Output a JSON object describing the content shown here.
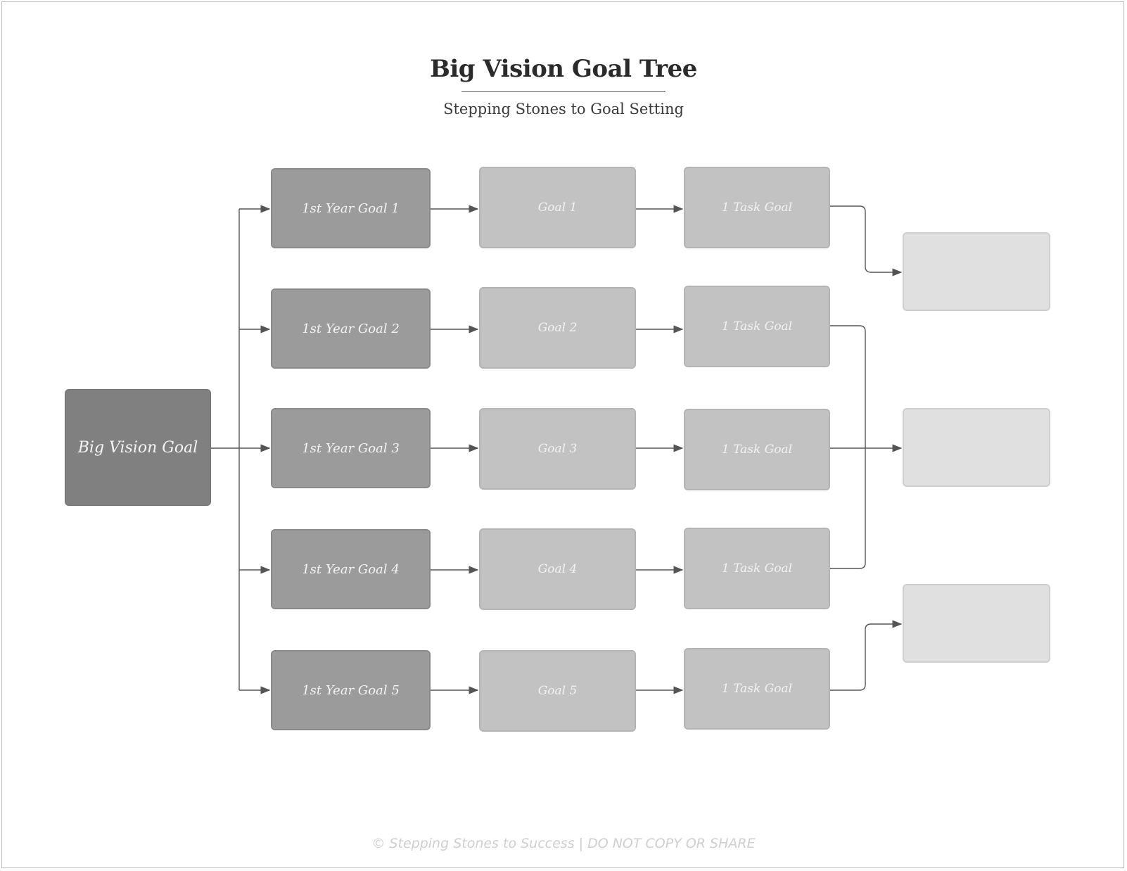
{
  "header": {
    "title": "Big Vision Goal Tree",
    "subtitle": "Stepping Stones to Goal Setting"
  },
  "root": {
    "label": "Big Vision Goal"
  },
  "column1": [
    {
      "label": "1st Year Goal 1"
    },
    {
      "label": "1st Year Goal 2"
    },
    {
      "label": "1st Year Goal 3"
    },
    {
      "label": "1st Year Goal 4"
    },
    {
      "label": "1st Year Goal 5"
    }
  ],
  "column2": [
    {
      "label": "Goal 1"
    },
    {
      "label": "Goal 2"
    },
    {
      "label": "Goal 3"
    },
    {
      "label": "Goal 4"
    },
    {
      "label": "Goal 5"
    }
  ],
  "column3": [
    {
      "label": "1 Task Goal"
    },
    {
      "label": "1 Task Goal"
    },
    {
      "label": "1 Task Goal"
    },
    {
      "label": "1 Task Goal"
    },
    {
      "label": "1 Task Goal"
    }
  ],
  "column4": [
    {
      "label": ""
    },
    {
      "label": ""
    },
    {
      "label": ""
    }
  ],
  "footer": {
    "text": "© Stepping Stones to Success | DO NOT COPY OR SHARE"
  },
  "colors": {
    "root": "#808080",
    "level1": "#9b9b9b",
    "level2": "#c2c2c2",
    "level3": "#c2c2c2",
    "level4": "#e0e0e0",
    "connector": "#555555"
  }
}
